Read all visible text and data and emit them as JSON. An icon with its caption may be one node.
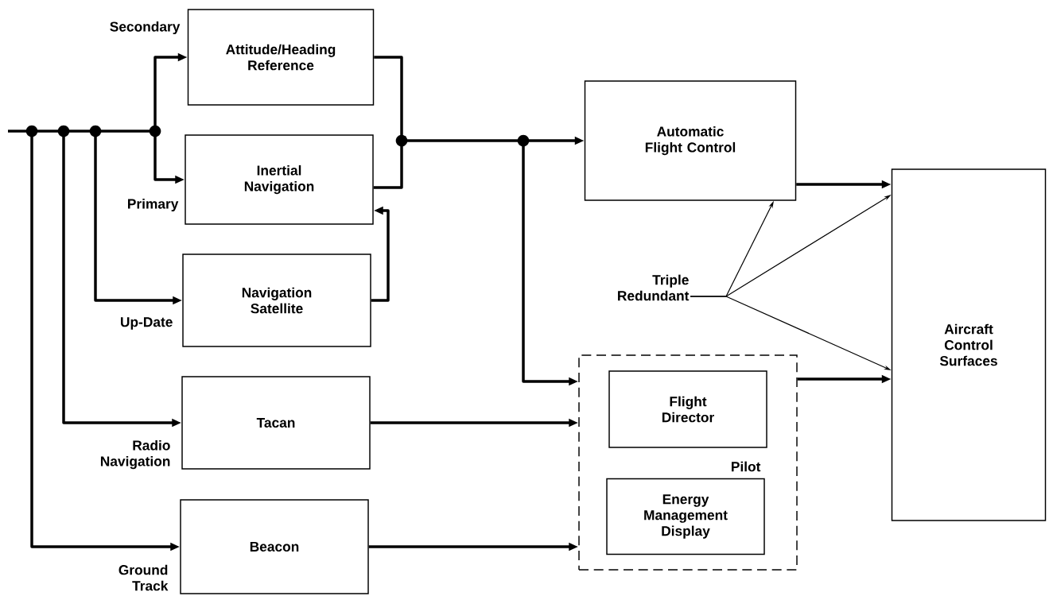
{
  "diagram": {
    "nodes": [
      {
        "text": [
          "Attitude/Heading Reference"
        ]
      },
      {
        "text": [
          "Inertial Navigation"
        ]
      },
      {
        "text": [
          "Navigation Satellite"
        ]
      },
      {
        "text": [
          "Tacan"
        ]
      },
      {
        "text": [
          "Beacon"
        ]
      },
      {
        "text": [
          "Automatic Flight Control"
        ]
      },
      {
        "text": [
          "Pilot"
        ]
      },
      {
        "text": [
          "Flight Director"
        ],
        "in": 6
      },
      {
        "text": [
          "Energy Management Display"
        ],
        "in": 6
      },
      {
        "text": [
          "Aircraft Control Surfaces"
        ]
      },
      {
        "text": [
          "Triple Redundant"
        ]
      }
    ],
    "edges": [
      {
        "from": null,
        "to": 0,
        "arrow": "to",
        "label": "Secondary"
      },
      {
        "from": null,
        "to": 1,
        "arrow": "to",
        "label": "Primary"
      },
      {
        "from": null,
        "to": 2,
        "arrow": "to",
        "label": "Up-Date"
      },
      {
        "from": null,
        "to": 3,
        "arrow": "to",
        "label": "Radio Navigation"
      },
      {
        "from": null,
        "to": 4,
        "arrow": "to",
        "label": "Ground Track"
      },
      {
        "from": 2,
        "to": 1,
        "arrow": "to"
      },
      {
        "from": 0,
        "to": 5,
        "arrow": "to"
      },
      {
        "from": 1,
        "to": 5,
        "arrow": "to"
      },
      {
        "from": 0,
        "to": 6,
        "arrow": "to"
      },
      {
        "from": 1,
        "to": 6,
        "arrow": "to"
      },
      {
        "from": 3,
        "to": 6,
        "arrow": "to"
      },
      {
        "from": 4,
        "to": 6,
        "arrow": "to"
      },
      {
        "from": 5,
        "to": 9,
        "arrow": "to"
      },
      {
        "from": 6,
        "to": 9,
        "arrow": "to"
      },
      {
        "from": 10,
        "to": 5,
        "arrow": "to"
      },
      {
        "from": 10,
        "to": 9,
        "arrow": "to"
      },
      {
        "from": 10,
        "to": 9,
        "arrow": "to"
      }
    ]
  }
}
